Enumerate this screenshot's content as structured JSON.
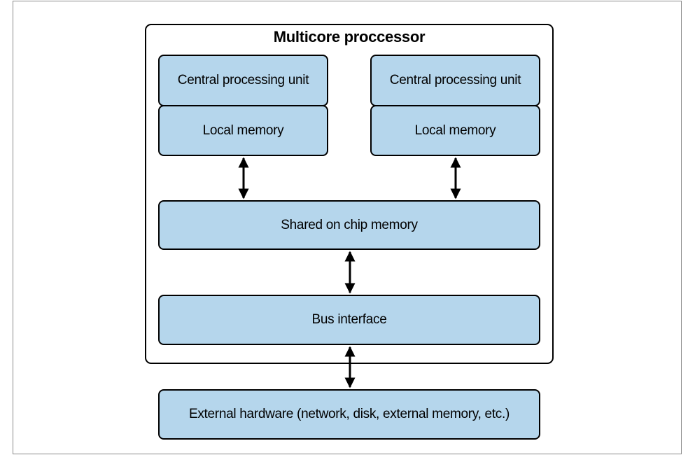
{
  "diagram": {
    "container_title": "Multicore proccessor",
    "cores": [
      {
        "cpu_label": "Central processing unit",
        "memory_label": "Local memory"
      },
      {
        "cpu_label": "Central processing unit",
        "memory_label": "Local memory"
      }
    ],
    "shared_memory_label": "Shared on chip memory",
    "bus_label": "Bus interface",
    "external_label": "External hardware (network, disk, external memory, etc.)",
    "colors": {
      "box_fill": "#b5d6ec",
      "stroke": "#000000"
    }
  }
}
